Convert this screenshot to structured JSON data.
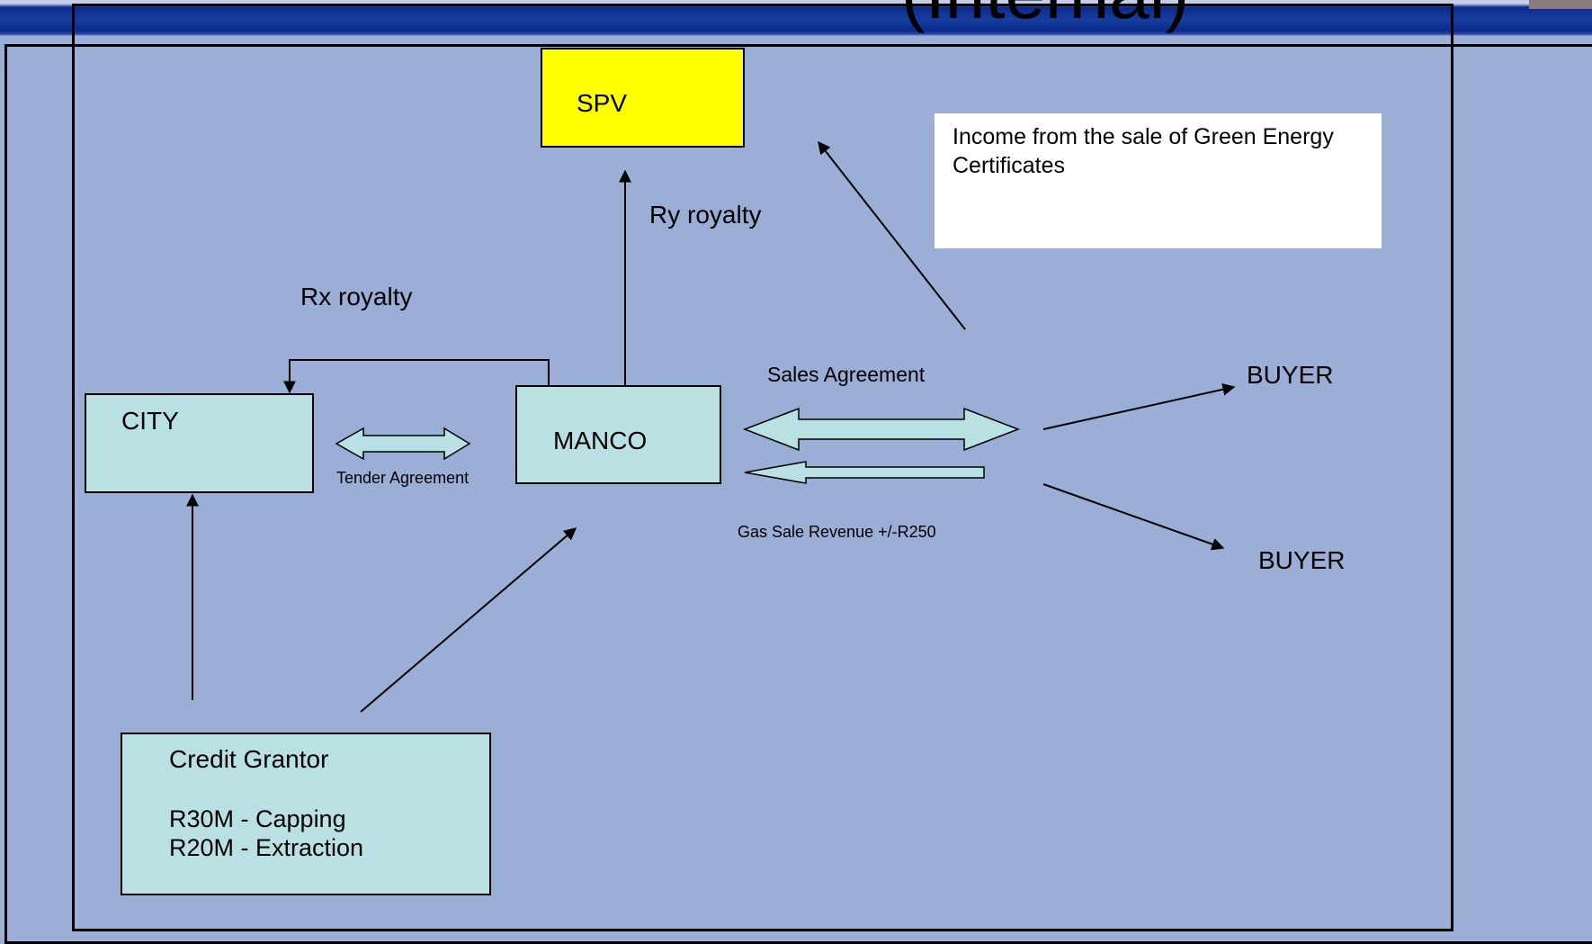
{
  "title_fragment": "(Internal)",
  "boxes": {
    "spv": "SPV",
    "city": "CITY",
    "manco": "MANCO",
    "credit_grantor": {
      "title": "Credit Grantor",
      "line1": "R30M - Capping",
      "line2": "R20M - Extraction"
    }
  },
  "note": "Income from the sale of Green Energy Certificates",
  "labels": {
    "rx_royalty": "Rx royalty",
    "ry_royalty": "Ry royalty",
    "sales_agreement": "Sales Agreement",
    "tender_agreement": "Tender Agreement",
    "gas_sale_revenue": "Gas Sale Revenue +/-R250",
    "buyer_1": "BUYER",
    "buyer_2": "BUYER"
  },
  "colors": {
    "background": "#9aaed6",
    "entity_box": "#b9e0e3",
    "spv_box": "#ffff00",
    "header_band": "#0a2a8c"
  }
}
